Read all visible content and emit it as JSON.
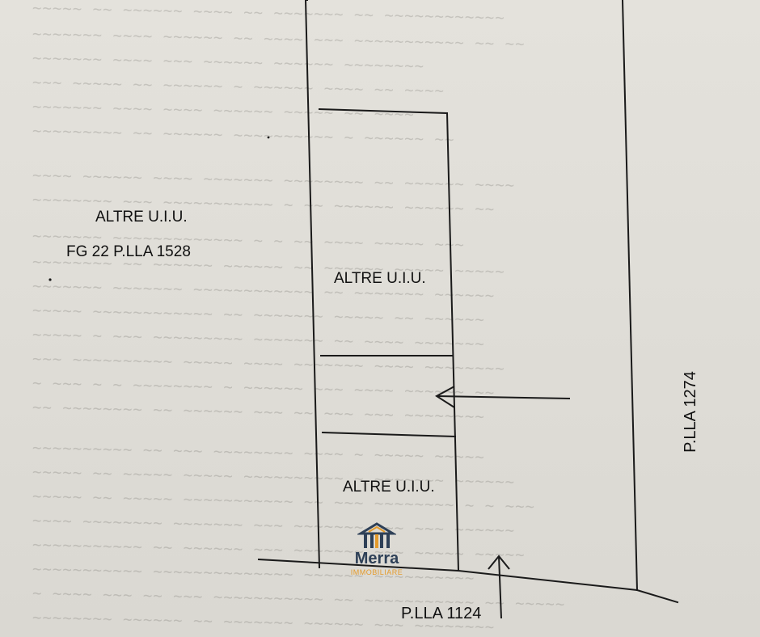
{
  "labels": {
    "altre_left": "ALTRE U.I.U.",
    "fg22": "FG 22 P.LLA 1528",
    "altre_mid": "ALTRE U.I.U.",
    "altre_low": "ALTRE U.I.U.",
    "plla1124": "P.LLA 1124",
    "plla1274": "P.LLA 1274"
  },
  "logo": {
    "name": "Merra",
    "sub": "IMMOBILIARE",
    "icon": "house-columns-icon",
    "colors": {
      "dark": "#2e4057",
      "accent": "#e49b2c"
    }
  },
  "icons": {
    "left_arrow": "left-arrow-icon",
    "up_arrow": "up-arrow-icon"
  }
}
